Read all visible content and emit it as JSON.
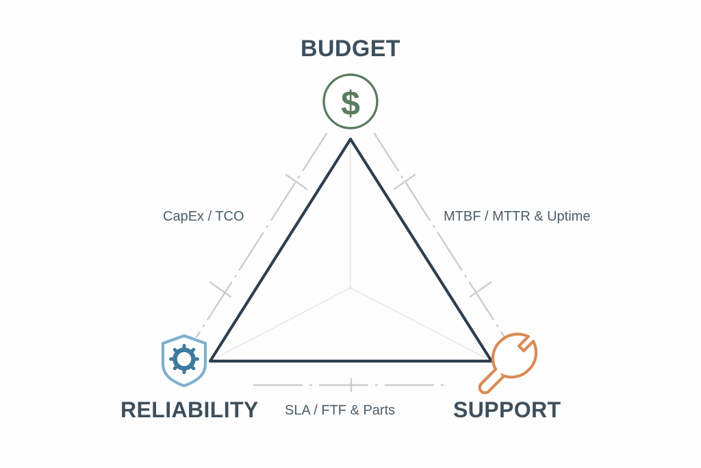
{
  "diagram": {
    "title": "Budget / Reliability / Support trade-off triangle",
    "background_color": "#fdfdfd",
    "triangle_stroke_color": "#2d3e50",
    "vertices": [
      {
        "id": "budget",
        "label": "BUDGET",
        "icon": "dollar-circle-icon",
        "icon_color": "#5a7d62",
        "position": "top"
      },
      {
        "id": "reliability",
        "label": "RELIABILITY",
        "icon": "shield-gear-icon",
        "icon_color": "#7fb0cc",
        "icon_accent_color": "#3d7a9e",
        "position": "bottom-left"
      },
      {
        "id": "support",
        "label": "SUPPORT",
        "icon": "wrench-icon",
        "icon_color": "#d98a56",
        "position": "bottom-right"
      }
    ],
    "edges": [
      {
        "id": "budget-reliability",
        "label": "CapEx / TCO",
        "from": "budget",
        "to": "reliability",
        "side": "left",
        "label_color": "#4a5d6b",
        "guide_color": "#c9cdd1"
      },
      {
        "id": "budget-support",
        "label": "MTBF / MTTR & Uptime",
        "from": "budget",
        "to": "support",
        "side": "right",
        "label_color": "#4a5d6b",
        "guide_color": "#c9cdd1"
      },
      {
        "id": "reliability-support",
        "label": "SLA / FTF & Parts",
        "from": "reliability",
        "to": "support",
        "side": "bottom",
        "label_color": "#4a5d6b",
        "guide_color": "#c9cdd1"
      }
    ],
    "label_text": {
      "budget": "BUDGET",
      "reliability": "RELIABILITY",
      "support": "SUPPORT",
      "edge_left": "CapEx / TCO",
      "edge_right": "MTBF / MTTR & Uptime",
      "edge_bottom": "SLA / FTF & Parts"
    }
  }
}
